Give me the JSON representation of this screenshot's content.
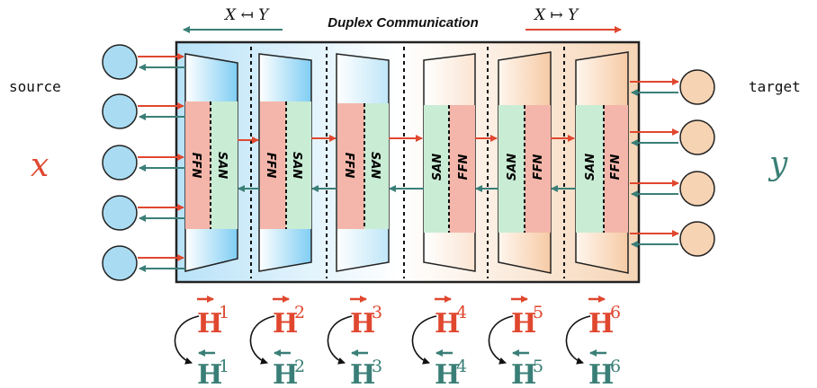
{
  "title": "Duplex Communication",
  "direction_left": "X ↤ Y",
  "direction_right": "X ↦ Y",
  "source_label": "source",
  "target_label": "target",
  "source_symbol": "x",
  "target_symbol": "y",
  "layer_labels": {
    "ffn": "FFN",
    "san": "SAN"
  },
  "blocks": [
    {
      "forward_label": "H",
      "backward_label": "H",
      "index": "1"
    },
    {
      "forward_label": "H",
      "backward_label": "H",
      "index": "2"
    },
    {
      "forward_label": "H",
      "backward_label": "H",
      "index": "3"
    },
    {
      "forward_label": "H",
      "backward_label": "H",
      "index": "4"
    },
    {
      "forward_label": "H",
      "backward_label": "H",
      "index": "5"
    },
    {
      "forward_label": "H",
      "backward_label": "H",
      "index": "6"
    }
  ],
  "colors": {
    "forward": "#e0472f",
    "backward": "#3a7f77",
    "ffn_fill": "#f4b6aa",
    "san_fill": "#c9ecd4",
    "source_node": "#a9dcf2",
    "target_node": "#f6d3b3"
  }
}
